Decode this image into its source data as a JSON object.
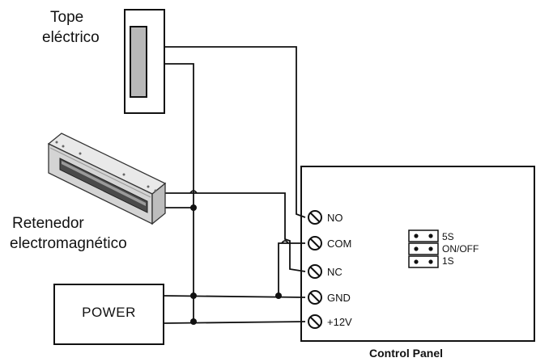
{
  "devices": {
    "electric_strike": {
      "label_line1": "Tope",
      "label_line2": "eléctrico"
    },
    "maglock": {
      "label_line1": "Retenedor",
      "label_line2": "electromagnético"
    },
    "power_supply": {
      "label": "POWER"
    }
  },
  "control_panel": {
    "title": "Control Panel",
    "terminals": [
      "NO",
      "COM",
      "NC",
      "GND",
      "+12V"
    ],
    "jumper_labels": [
      "5S",
      "ON/OFF",
      "1S"
    ]
  }
}
